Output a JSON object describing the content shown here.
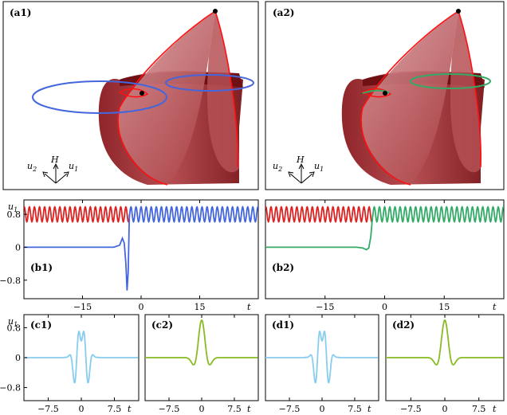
{
  "panels": {
    "a1": {
      "label": "(a1)",
      "ax_u2": "u",
      "ax_u2_sub": "2",
      "ax_H": "H",
      "ax_u1": "u",
      "ax_u1_sub": "1",
      "orbit_color": "#4466dd"
    },
    "a2": {
      "label": "(a2)",
      "ax_u2": "u",
      "ax_u2_sub": "2",
      "ax_H": "H",
      "ax_u1": "u",
      "ax_u1_sub": "1",
      "orbit_color": "#33aa66"
    },
    "b1": {
      "label": "(b1)",
      "ylabel": "u",
      "ylabel_sub": "1",
      "xlabel": "t"
    },
    "b2": {
      "label": "(b2)",
      "xlabel": "t"
    },
    "c1": {
      "label": "(c1)",
      "ylabel": "u",
      "ylabel_sub": "1",
      "xlabel": "t"
    },
    "c2": {
      "label": "(c2)",
      "xlabel": "t"
    },
    "d1": {
      "label": "(d1)",
      "xlabel": "t"
    },
    "d2": {
      "label": "(d2)",
      "xlabel": "t"
    }
  },
  "chart_data": [
    {
      "panel": "b1",
      "type": "line",
      "xticks": [
        "−15",
        "0",
        "15"
      ],
      "yticks": [
        "0.8",
        "0",
        "−0.8"
      ],
      "xlim": [
        -30,
        30
      ],
      "ylim": [
        -1.25,
        1.15
      ],
      "series": [
        {
          "color": "#dd2222",
          "kind": "oscillation",
          "x_range": [
            -30,
            -3
          ],
          "center": 0.8,
          "amplitude": 0.18,
          "period": 1.3
        },
        {
          "color": "#4466dd",
          "kind": "oscillation",
          "x_range": [
            -3,
            30
          ],
          "center": 0.8,
          "amplitude": 0.18,
          "period": 1.3
        },
        {
          "color": "#4466dd",
          "kind": "pulse",
          "points": [
            [
              -30,
              0
            ],
            [
              -7,
              0
            ],
            [
              -5.5,
              0.05
            ],
            [
              -4.8,
              0.22
            ],
            [
              -4.3,
              0.1
            ],
            [
              -3.9,
              -0.4
            ],
            [
              -3.6,
              -1.05
            ],
            [
              -3.3,
              -0.6
            ],
            [
              -3.0,
              0.8
            ]
          ]
        }
      ]
    },
    {
      "panel": "b2",
      "type": "line",
      "xticks": [
        "−15",
        "0",
        "15"
      ],
      "xlim": [
        -30,
        30
      ],
      "ylim": [
        -1.25,
        1.15
      ],
      "series": [
        {
          "color": "#dd2222",
          "kind": "oscillation",
          "x_range": [
            -30,
            -3
          ],
          "center": 0.8,
          "amplitude": 0.18,
          "period": 1.3
        },
        {
          "color": "#33aa66",
          "kind": "oscillation",
          "x_range": [
            -3,
            30
          ],
          "center": 0.8,
          "amplitude": 0.18,
          "period": 1.3
        },
        {
          "color": "#33aa66",
          "kind": "pulse",
          "points": [
            [
              -30,
              0
            ],
            [
              -7,
              0
            ],
            [
              -5.5,
              -0.02
            ],
            [
              -4.6,
              -0.06
            ],
            [
              -4.0,
              -0.02
            ],
            [
              -3.5,
              0.25
            ],
            [
              -3.0,
              0.8
            ]
          ]
        }
      ]
    },
    {
      "panel": "c1",
      "type": "line",
      "xticks": [
        "−7.5",
        "0",
        "7.5"
      ],
      "yticks": [
        "0.8",
        "0",
        "−0.8"
      ],
      "xlim": [
        -13,
        13
      ],
      "ylim": [
        -1.15,
        1.15
      ],
      "series": [
        {
          "color": "#88ccee",
          "kind": "wavelet",
          "a": 1.0,
          "b": -0.55,
          "c": 1.9,
          "s": 3.0
        }
      ]
    },
    {
      "panel": "c2",
      "type": "line",
      "xticks": [
        "−7.5",
        "0",
        "7.5"
      ],
      "xlim": [
        -13,
        13
      ],
      "ylim": [
        -1.15,
        1.15
      ],
      "series": [
        {
          "color": "#88bb22",
          "kind": "wavelet",
          "a": 1.0,
          "b": 0.0,
          "c": 1.25,
          "s": 2.7
        }
      ]
    },
    {
      "panel": "d1",
      "type": "line",
      "xticks": [
        "−7.5",
        "0",
        "7.5"
      ],
      "xlim": [
        -13,
        13
      ],
      "ylim": [
        -1.15,
        1.15
      ],
      "series": [
        {
          "color": "#88ccee",
          "kind": "wavelet",
          "a": 1.0,
          "b": -0.55,
          "c": 1.9,
          "s": 3.0
        }
      ]
    },
    {
      "panel": "d2",
      "type": "line",
      "xticks": [
        "−7.5",
        "0",
        "7.5"
      ],
      "xlim": [
        -13,
        13
      ],
      "ylim": [
        -1.15,
        1.15
      ],
      "series": [
        {
          "color": "#88bb22",
          "kind": "wavelet",
          "a": 1.0,
          "b": 0.0,
          "c": 1.25,
          "s": 2.7
        }
      ]
    }
  ]
}
